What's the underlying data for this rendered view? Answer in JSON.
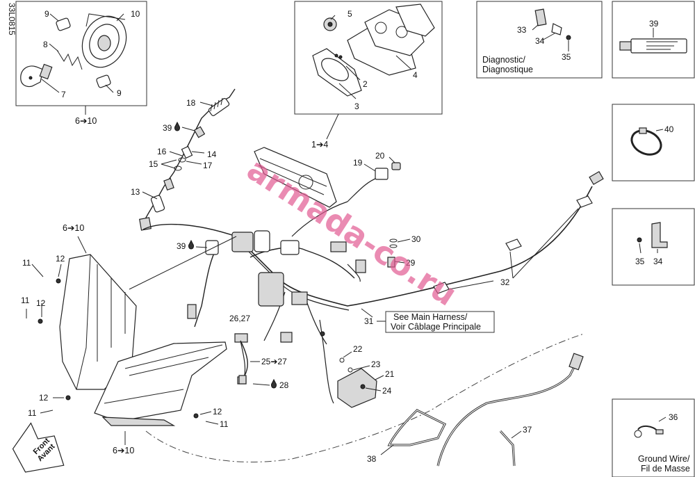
{
  "figure_id": "33L0815",
  "watermark": "armada-co.ru",
  "callouts": {
    "c1_4": "1➔4",
    "c2": "2",
    "c3": "3",
    "c4": "4",
    "c5": "5",
    "c6_10_top": "6➔10",
    "c6_10_mid": "6➔10",
    "c6_10_bot": "6➔10",
    "c7": "7",
    "c8": "8",
    "c9a": "9",
    "c9b": "9",
    "c10": "10",
    "c11a": "11",
    "c11b": "11",
    "c11c": "11",
    "c11d": "11",
    "c12a": "12",
    "c12b": "12",
    "c12c": "12",
    "c12d": "12",
    "c13": "13",
    "c14": "14",
    "c15": "15",
    "c16": "16",
    "c17": "17",
    "c18": "18",
    "c19": "19",
    "c20": "20",
    "c21": "21",
    "c22": "22",
    "c23": "23",
    "c24": "24",
    "c25_27": "25➔27",
    "c26_27": "26,27",
    "c28": "28",
    "c29": "29",
    "c30": "30",
    "c31": "31",
    "c32": "32",
    "c33": "33",
    "c34a": "34",
    "c34b": "34",
    "c35a": "35",
    "c35b": "35",
    "c36": "36",
    "c37": "37",
    "c38": "38",
    "c39a": "39",
    "c39b": "39",
    "c39c": "39",
    "c40": "40"
  },
  "labels": {
    "diagnostic_en": "Diagnostic/",
    "diagnostic_fr": "Diagnostique",
    "harness_en": "See Main Harness/",
    "harness_fr": "Voir Câblage Principale",
    "ground_en": "Ground Wire/",
    "ground_fr": "Fil de Masse",
    "front_en": "Front",
    "front_fr": "Avant"
  }
}
